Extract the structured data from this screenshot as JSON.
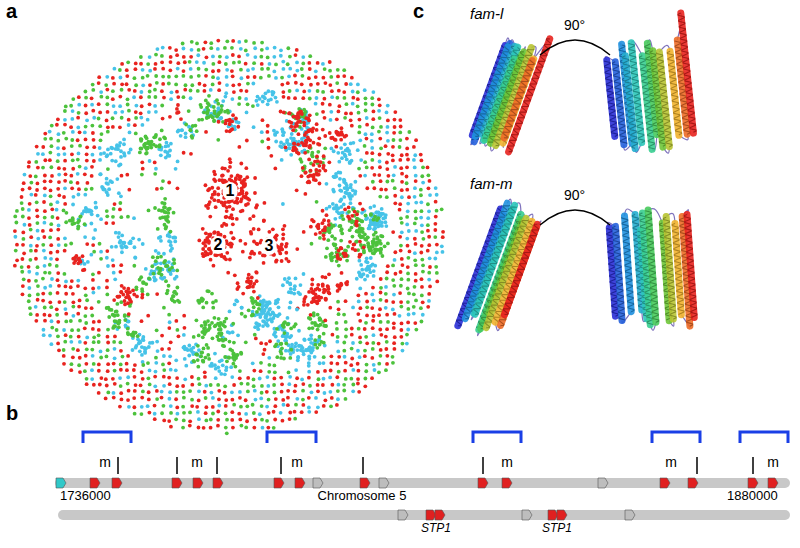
{
  "diagram": {
    "labels": [
      "a",
      "1",
      "2",
      "3",
      "c",
      "fam-l",
      "90°",
      "fam-m",
      "90°",
      "b",
      "m",
      "m",
      "m",
      "m",
      "m",
      "m",
      "1736000",
      "Chromosome 5",
      "1880000",
      "STP1",
      "STP1"
    ]
  }
}
